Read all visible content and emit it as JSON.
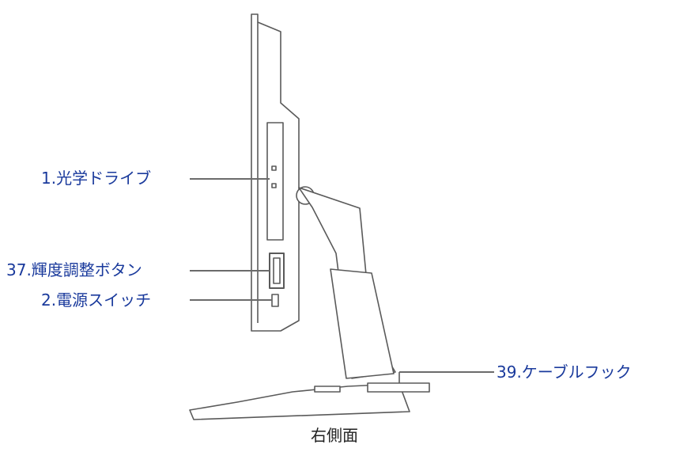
{
  "callouts": {
    "optical_drive": "1.光学ドライブ",
    "brightness_buttons": "37.輝度調整ボタン",
    "power_switch": "2.電源スイッチ",
    "cable_hook": "39.ケーブルフック"
  },
  "caption": "右側面",
  "colors": {
    "label": "#1a3a9c",
    "leader_line": "#6b6b6b",
    "outline": "#5a5a5a"
  }
}
